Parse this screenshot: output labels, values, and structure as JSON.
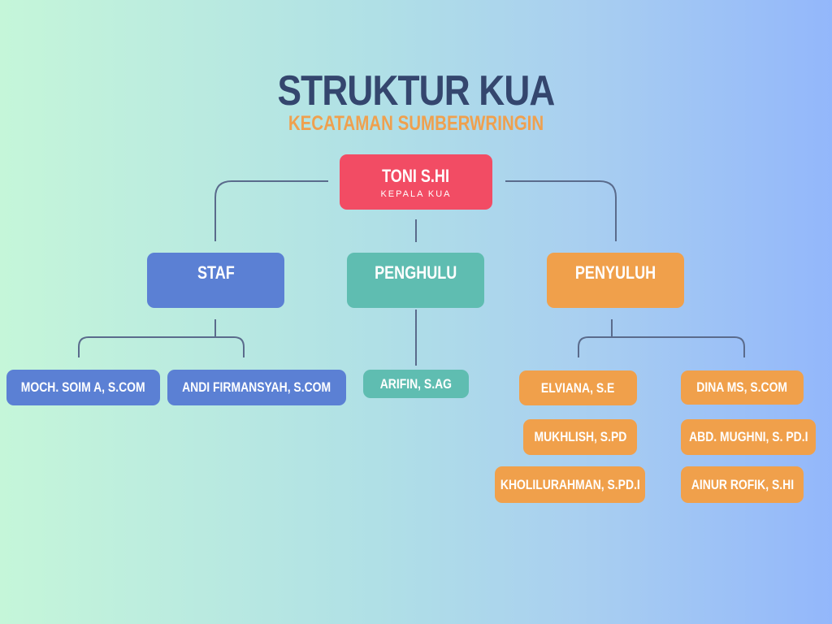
{
  "title": "STRUKTUR KUA",
  "subtitle": "KECATAMAN SUMBERWRINGIN",
  "head": {
    "name": "TONI S.HI",
    "role": "KEPALA KUA"
  },
  "departments": {
    "staf": {
      "label": "STAF",
      "members": [
        "MOCH. SOIM A, S.COM",
        "ANDI FIRMANSYAH, S.COM"
      ]
    },
    "penghulu": {
      "label": "PENGHULU",
      "members": [
        "ARIFIN, S.AG"
      ]
    },
    "penyuluh": {
      "label": "PENYULUH",
      "members": [
        "ELVIANA, S.E",
        "DINA MS, S.COM",
        "MUKHLISH, S.PD",
        "ABD. MUGHNI, S. PD.I",
        "KHOLILURAHMAN, S.PD.I",
        "AINUR ROFIK, S.HI"
      ]
    }
  },
  "colors": {
    "head": "#f24c64",
    "staf": "#5b80d4",
    "penghulu": "#5fbdb1",
    "penyuluh": "#f0a04b",
    "title": "#34466e",
    "subtitle": "#efa04e"
  }
}
